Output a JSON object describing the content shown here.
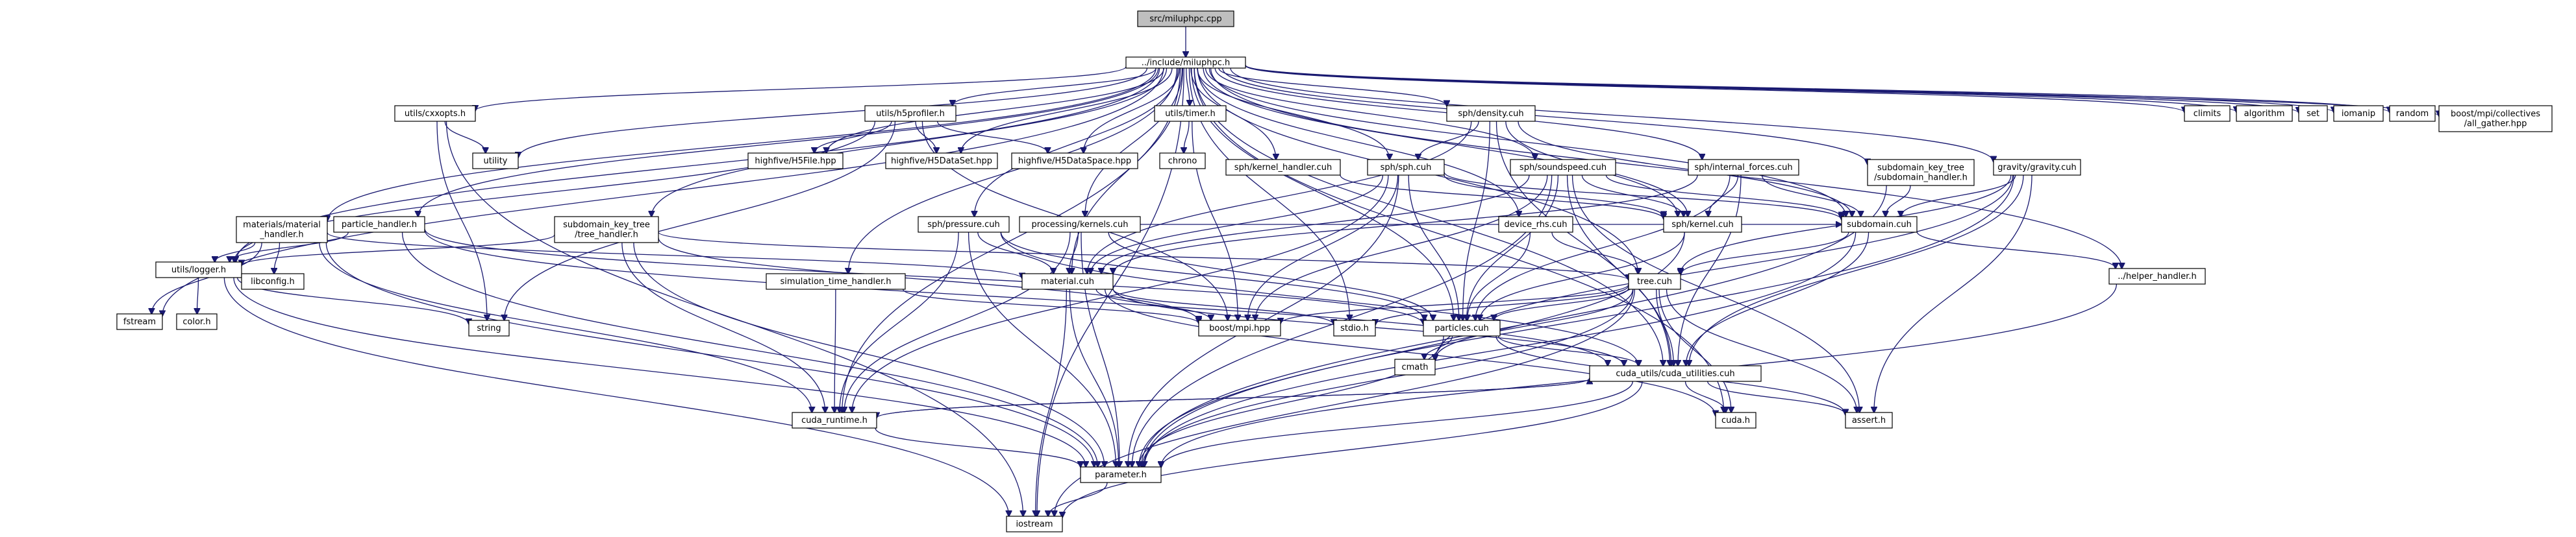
{
  "colors": {
    "edge": "#191970",
    "root_fill": "#bfbfbf",
    "node_fill": "#ffffff",
    "default_border": "#000000",
    "external_border": "#bfbfbf",
    "incomplete_border": "#ff0000",
    "external_text": "#000000"
  },
  "nodes": [
    {
      "id": "root",
      "label": "src/miluphpc.cpp",
      "kind": "root"
    },
    {
      "id": "miluphpc",
      "label": "../include/miluphpc.h",
      "kind": "doc"
    },
    {
      "id": "cxxopts",
      "label": "utils/cxxopts.h",
      "kind": "incomplete"
    },
    {
      "id": "h5profiler",
      "label": "utils/h5profiler.h",
      "kind": "incomplete"
    },
    {
      "id": "timer",
      "label": "utils/timer.h",
      "kind": "doc"
    },
    {
      "id": "density",
      "label": "sph/density.cuh",
      "kind": "doc"
    },
    {
      "id": "climits",
      "label": "climits",
      "kind": "external"
    },
    {
      "id": "algorithm",
      "label": "algorithm",
      "kind": "external"
    },
    {
      "id": "set",
      "label": "set",
      "kind": "external"
    },
    {
      "id": "iomanip",
      "label": "iomanip",
      "kind": "external"
    },
    {
      "id": "random",
      "label": "random",
      "kind": "external"
    },
    {
      "id": "allgather",
      "label": [
        "boost/mpi/collectives",
        "/all_gather.hpp"
      ],
      "kind": "external"
    },
    {
      "id": "utility",
      "label": "utility",
      "kind": "external"
    },
    {
      "id": "h5file",
      "label": "highfive/H5File.hpp",
      "kind": "external"
    },
    {
      "id": "h5dataset",
      "label": "highfive/H5DataSet.hpp",
      "kind": "external"
    },
    {
      "id": "h5dataspace",
      "label": "highfive/H5DataSpace.hpp",
      "kind": "external"
    },
    {
      "id": "chrono",
      "label": "chrono",
      "kind": "external"
    },
    {
      "id": "kernelhandler",
      "label": "sph/kernel_handler.cuh",
      "kind": "doc"
    },
    {
      "id": "sph",
      "label": "sph/sph.cuh",
      "kind": "incomplete"
    },
    {
      "id": "soundspeed",
      "label": "sph/soundspeed.cuh",
      "kind": "doc"
    },
    {
      "id": "internalforces",
      "label": "sph/internal_forces.cuh",
      "kind": "doc"
    },
    {
      "id": "sdktreehandler",
      "label": [
        "subdomain_key_tree",
        "/subdomain_handler.h"
      ],
      "kind": "doc"
    },
    {
      "id": "gravity",
      "label": "gravity/gravity.cuh",
      "kind": "incomplete"
    },
    {
      "id": "materialhandler",
      "label": [
        "materials/material",
        "_handler.h"
      ],
      "kind": "doc"
    },
    {
      "id": "particlehandler",
      "label": "particle_handler.h",
      "kind": "doc"
    },
    {
      "id": "treehandler",
      "label": [
        "subdomain_key_tree",
        "/tree_handler.h"
      ],
      "kind": "doc"
    },
    {
      "id": "pressure",
      "label": "sph/pressure.cuh",
      "kind": "doc"
    },
    {
      "id": "kernels",
      "label": "processing/kernels.cuh",
      "kind": "doc"
    },
    {
      "id": "devicerhs",
      "label": "device_rhs.cuh",
      "kind": "doc"
    },
    {
      "id": "kernel",
      "label": "sph/kernel.cuh",
      "kind": "incomplete"
    },
    {
      "id": "subdomain",
      "label": "subdomain.cuh",
      "kind": "doc"
    },
    {
      "id": "helperhandler",
      "label": "../helper_handler.h",
      "kind": "incomplete"
    },
    {
      "id": "logger",
      "label": "utils/logger.h",
      "kind": "doc"
    },
    {
      "id": "libconfig",
      "label": "libconfig.h",
      "kind": "external"
    },
    {
      "id": "simtime",
      "label": "simulation_time_handler.h",
      "kind": "incomplete"
    },
    {
      "id": "material",
      "label": "material.cuh",
      "kind": "doc"
    },
    {
      "id": "tree",
      "label": "tree.cuh",
      "kind": "doc"
    },
    {
      "id": "fstream",
      "label": "fstream",
      "kind": "external"
    },
    {
      "id": "colorh",
      "label": "color.h",
      "kind": "doc"
    },
    {
      "id": "string",
      "label": "string",
      "kind": "external"
    },
    {
      "id": "boostmpi",
      "label": "boost/mpi.hpp",
      "kind": "external"
    },
    {
      "id": "stdio",
      "label": "stdio.h",
      "kind": "external"
    },
    {
      "id": "particles",
      "label": "particles.cuh",
      "kind": "doc"
    },
    {
      "id": "cmath",
      "label": "cmath",
      "kind": "external"
    },
    {
      "id": "cudautil",
      "label": "cuda_utils/cuda_utilities.cuh",
      "kind": "doc"
    },
    {
      "id": "cudaruntime",
      "label": "cuda_runtime.h",
      "kind": "external"
    },
    {
      "id": "cudah",
      "label": "cuda.h",
      "kind": "external"
    },
    {
      "id": "asserth",
      "label": "assert.h",
      "kind": "external"
    },
    {
      "id": "parameter",
      "label": "parameter.h",
      "kind": "incomplete"
    },
    {
      "id": "iostream",
      "label": "iostream",
      "kind": "external"
    }
  ],
  "edges": [
    [
      "root",
      "miluphpc"
    ],
    [
      "miluphpc",
      "cxxopts"
    ],
    [
      "miluphpc",
      "h5profiler"
    ],
    [
      "miluphpc",
      "timer"
    ],
    [
      "miluphpc",
      "density"
    ],
    [
      "miluphpc",
      "climits"
    ],
    [
      "miluphpc",
      "algorithm"
    ],
    [
      "miluphpc",
      "set"
    ],
    [
      "miluphpc",
      "iomanip"
    ],
    [
      "miluphpc",
      "random"
    ],
    [
      "miluphpc",
      "allgather"
    ],
    [
      "miluphpc",
      "utility"
    ],
    [
      "miluphpc",
      "h5file"
    ],
    [
      "miluphpc",
      "h5dataset"
    ],
    [
      "miluphpc",
      "h5dataspace"
    ],
    [
      "miluphpc",
      "kernelhandler"
    ],
    [
      "miluphpc",
      "sph"
    ],
    [
      "miluphpc",
      "soundspeed"
    ],
    [
      "miluphpc",
      "internalforces"
    ],
    [
      "miluphpc",
      "sdktreehandler"
    ],
    [
      "miluphpc",
      "gravity"
    ],
    [
      "miluphpc",
      "materialhandler"
    ],
    [
      "miluphpc",
      "particlehandler"
    ],
    [
      "miluphpc",
      "treehandler"
    ],
    [
      "miluphpc",
      "pressure"
    ],
    [
      "miluphpc",
      "kernels"
    ],
    [
      "miluphpc",
      "devicerhs"
    ],
    [
      "miluphpc",
      "kernel"
    ],
    [
      "miluphpc",
      "subdomain"
    ],
    [
      "miluphpc",
      "helperhandler"
    ],
    [
      "miluphpc",
      "logger"
    ],
    [
      "miluphpc",
      "simtime"
    ],
    [
      "miluphpc",
      "material"
    ],
    [
      "miluphpc",
      "fstream"
    ],
    [
      "miluphpc",
      "iostream"
    ],
    [
      "miluphpc",
      "cudah"
    ],
    [
      "miluphpc",
      "cudautil"
    ],
    [
      "miluphpc",
      "cudaruntime"
    ],
    [
      "miluphpc",
      "stdio"
    ],
    [
      "miluphpc",
      "tree"
    ],
    [
      "miluphpc",
      "particles"
    ],
    [
      "cxxopts",
      "utility"
    ],
    [
      "cxxopts",
      "string"
    ],
    [
      "cxxopts",
      "iostream"
    ],
    [
      "h5profiler",
      "h5file"
    ],
    [
      "h5profiler",
      "h5dataset"
    ],
    [
      "h5profiler",
      "h5dataspace"
    ],
    [
      "h5profiler",
      "logger"
    ],
    [
      "h5profiler",
      "string"
    ],
    [
      "h5profiler",
      "boostmpi"
    ],
    [
      "timer",
      "chrono"
    ],
    [
      "timer",
      "boostmpi"
    ],
    [
      "density",
      "sph"
    ],
    [
      "density",
      "subdomain"
    ],
    [
      "density",
      "kernel"
    ],
    [
      "density",
      "particles"
    ],
    [
      "density",
      "material"
    ],
    [
      "density",
      "cudautil"
    ],
    [
      "kernelhandler",
      "kernel"
    ],
    [
      "sph",
      "cudaruntime"
    ],
    [
      "sph",
      "particles"
    ],
    [
      "sph",
      "subdomain"
    ],
    [
      "sph",
      "boostmpi"
    ],
    [
      "sph",
      "parameter"
    ],
    [
      "sph",
      "kernel"
    ],
    [
      "sph",
      "material"
    ],
    [
      "soundspeed",
      "kernel"
    ],
    [
      "soundspeed",
      "subdomain"
    ],
    [
      "soundspeed",
      "particles"
    ],
    [
      "soundspeed",
      "material"
    ],
    [
      "soundspeed",
      "cudautil"
    ],
    [
      "soundspeed",
      "parameter"
    ],
    [
      "soundspeed",
      "boostmpi"
    ],
    [
      "soundspeed",
      "asserth"
    ],
    [
      "internalforces",
      "kernel"
    ],
    [
      "internalforces",
      "subdomain"
    ],
    [
      "internalforces",
      "particles"
    ],
    [
      "internalforces",
      "material"
    ],
    [
      "internalforces",
      "cudautil"
    ],
    [
      "sdktreehandler",
      "subdomain"
    ],
    [
      "sdktreehandler",
      "parameter"
    ],
    [
      "gravity",
      "subdomain"
    ],
    [
      "gravity",
      "tree"
    ],
    [
      "gravity",
      "parameter"
    ],
    [
      "gravity",
      "cudautil"
    ],
    [
      "gravity",
      "cmath"
    ],
    [
      "gravity",
      "asserth"
    ],
    [
      "materialhandler",
      "material"
    ],
    [
      "materialhandler",
      "logger"
    ],
    [
      "materialhandler",
      "libconfig"
    ],
    [
      "materialhandler",
      "fstream"
    ],
    [
      "materialhandler",
      "parameter"
    ],
    [
      "materialhandler",
      "cudaruntime"
    ],
    [
      "particlehandler",
      "particles"
    ],
    [
      "particlehandler",
      "logger"
    ],
    [
      "particlehandler",
      "parameter"
    ],
    [
      "particlehandler",
      "cudautil"
    ],
    [
      "treehandler",
      "tree"
    ],
    [
      "treehandler",
      "logger"
    ],
    [
      "treehandler",
      "cudaruntime"
    ],
    [
      "treehandler",
      "parameter"
    ],
    [
      "treehandler",
      "boostmpi"
    ],
    [
      "pressure",
      "material"
    ],
    [
      "pressure",
      "particles"
    ],
    [
      "pressure",
      "cudautil"
    ],
    [
      "pressure",
      "cudaruntime"
    ],
    [
      "pressure",
      "parameter"
    ],
    [
      "kernels",
      "material"
    ],
    [
      "kernels",
      "particles"
    ],
    [
      "kernels",
      "subdomain"
    ],
    [
      "kernels",
      "cudaruntime"
    ],
    [
      "kernels",
      "parameter"
    ],
    [
      "devicerhs",
      "tree"
    ],
    [
      "devicerhs",
      "particles"
    ],
    [
      "kernel",
      "particles"
    ],
    [
      "kernel",
      "parameter"
    ],
    [
      "subdomain",
      "tree"
    ],
    [
      "subdomain",
      "parameter"
    ],
    [
      "subdomain",
      "cudautil"
    ],
    [
      "subdomain",
      "helperhandler"
    ],
    [
      "helperhandler",
      "parameter"
    ],
    [
      "logger",
      "colorh"
    ],
    [
      "logger",
      "string"
    ],
    [
      "logger",
      "iostream"
    ],
    [
      "logger",
      "parameter"
    ],
    [
      "simtime",
      "cudaruntime"
    ],
    [
      "simtime",
      "boostmpi"
    ],
    [
      "material",
      "cudautil"
    ],
    [
      "material",
      "boostmpi"
    ],
    [
      "material",
      "parameter"
    ],
    [
      "material",
      "iostream"
    ],
    [
      "material",
      "cudah"
    ],
    [
      "material",
      "stdio"
    ],
    [
      "tree",
      "particles"
    ],
    [
      "tree",
      "cudautil"
    ],
    [
      "tree",
      "stdio"
    ],
    [
      "tree",
      "cmath"
    ],
    [
      "tree",
      "asserth"
    ],
    [
      "tree",
      "parameter"
    ],
    [
      "tree",
      "cudah"
    ],
    [
      "tree",
      "boostmpi"
    ],
    [
      "tree",
      "iostream"
    ],
    [
      "particles",
      "cudautil"
    ],
    [
      "particles",
      "parameter"
    ],
    [
      "particles",
      "asserth"
    ],
    [
      "particles",
      "cmath"
    ],
    [
      "cudautil",
      "cudaruntime"
    ],
    [
      "cudautil",
      "cudah"
    ],
    [
      "cudautil",
      "asserth"
    ],
    [
      "cudautil",
      "parameter"
    ],
    [
      "cudautil",
      "iostream"
    ],
    [
      "cudaruntime",
      "cudautil"
    ],
    [
      "cudaruntime",
      "parameter"
    ],
    [
      "parameter",
      "iostream"
    ]
  ]
}
